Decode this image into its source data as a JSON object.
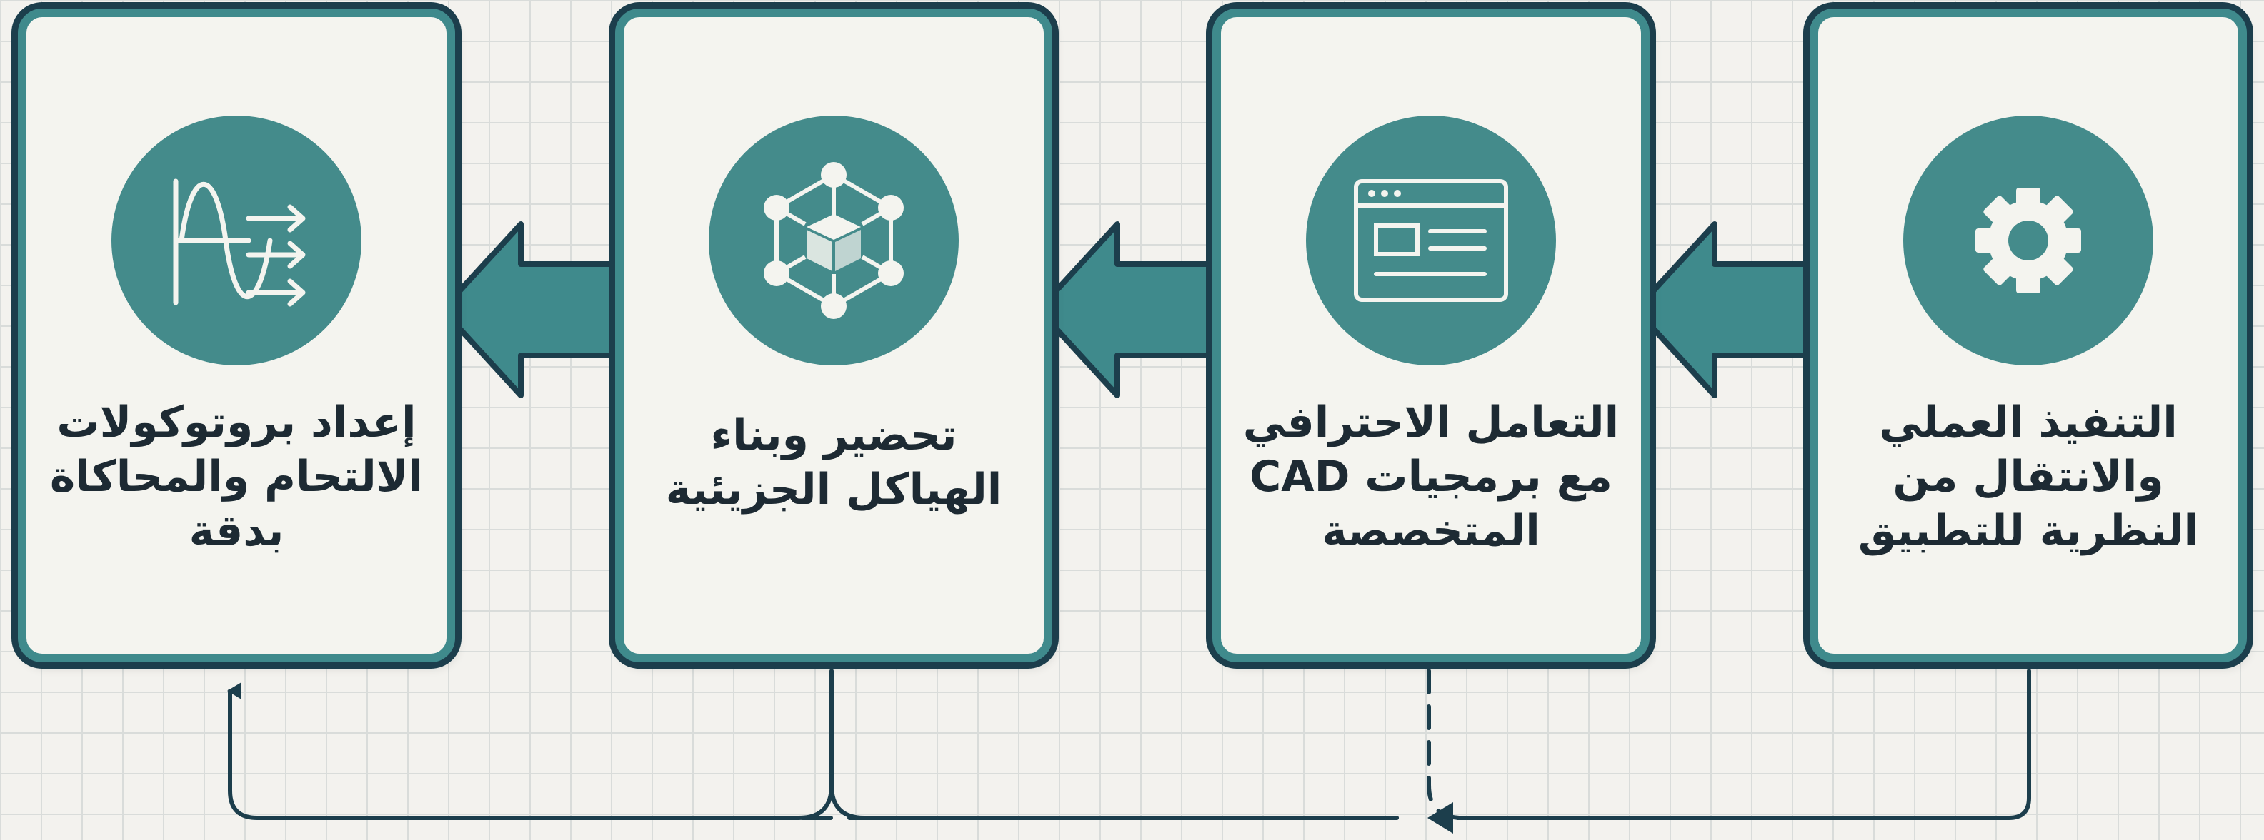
{
  "steps": [
    {
      "icon": "gear-icon",
      "lines": [
        "التنفيذ العملي",
        "والانتقال من",
        "النظرية للتطبيق"
      ]
    },
    {
      "icon": "software-window-icon",
      "lines": [
        "التعامل الاحترافي",
        "مع برمجيات CAD",
        "المتخصصة"
      ]
    },
    {
      "icon": "molecular-structure-icon",
      "lines": [
        "تحضير وبناء",
        "الهياكل الجزيئية"
      ]
    },
    {
      "icon": "simulation-wave-icon",
      "lines": [
        "إعداد بروتوكولات",
        "الالتحام والمحاكاة",
        "بدقة"
      ]
    }
  ],
  "colors": {
    "teal": "#3f8a8c",
    "icon_circle": "#448b8b",
    "navy_outline": "#1c3e4c",
    "card_fill": "#f4f4ef",
    "text": "#1d2a33",
    "background": "#f3f2ee",
    "grid": "#d9dcda"
  }
}
